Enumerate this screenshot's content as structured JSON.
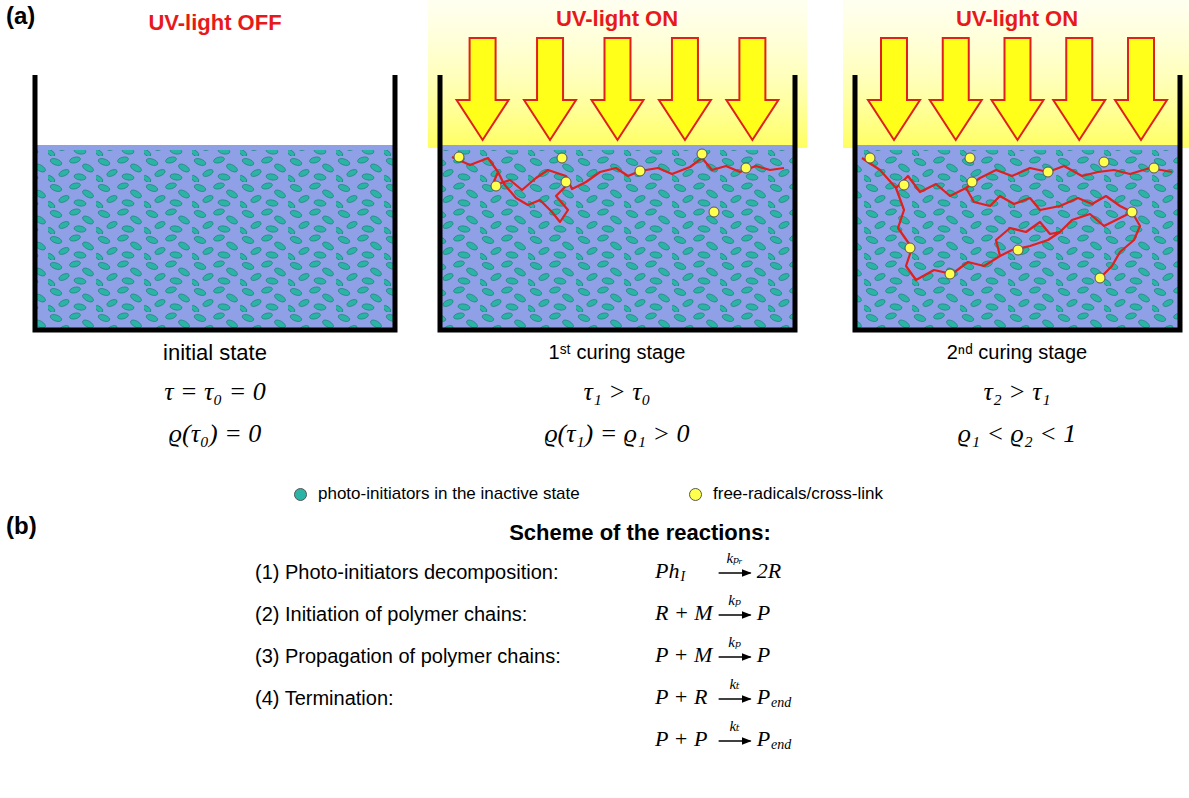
{
  "diagram": {
    "labels": [
      "(a)",
      "UV-light OFF",
      "UV-light ON",
      "UV-light ON",
      "initial state",
      "1ˢᵗ curing stage",
      "2ⁿᵈ curing stage",
      "τ = τ₀ = 0",
      "ϱ(τ₀) = 0",
      "τ₁ > τ₀",
      "ϱ(τ₁) = ϱ₁ > 0",
      "τ₂ > τ₁",
      "ϱ₁ < ϱ₂ < 1",
      "(b)",
      "Scheme of the reactions:",
      "(1) Photo-initiators decomposition:",
      "(2) Initiation of polymer chains:",
      "(3) Propagation of polymer chains:",
      "(4) Termination:",
      "Ph",
      "I",
      "kₚᵣ",
      "2R",
      "R + M",
      "kₚ",
      "P",
      "P + M",
      "kₚ",
      "P",
      "P + R",
      "kₜ",
      "P",
      "end",
      "P + P",
      "kₜ",
      "P",
      "end"
    ],
    "legend": [
      {
        "text": "photo-initiators in the inactive state",
        "color": "#2bb3a6"
      },
      {
        "text": "free-radicals/cross-link",
        "color": "#ffff4d"
      }
    ]
  }
}
